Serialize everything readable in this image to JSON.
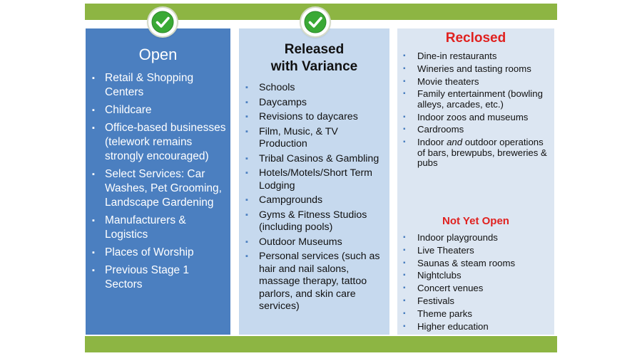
{
  "columns": {
    "open": {
      "title": "Open",
      "items": [
        "Retail & Shopping Centers",
        "Childcare",
        "Office-based businesses (telework remains strongly encouraged)",
        "Select Services: Car Washes, Pet Grooming, Landscape Gardening",
        "Manufacturers & Logistics",
        "Places of Worship",
        "Previous Stage 1 Sectors"
      ]
    },
    "variance": {
      "title_line1": "Released",
      "title_line2": "with Variance",
      "items": [
        "Schools",
        "Daycamps",
        "Revisions to daycares",
        "Film, Music, & TV Production",
        "Tribal Casinos & Gambling",
        "Hotels/Motels/Short Term Lodging",
        "Campgrounds",
        "Gyms & Fitness Studios (including pools)",
        "Outdoor Museums",
        "Personal services (such as hair and nail salons, massage therapy, tattoo parlors, and skin care services)"
      ]
    },
    "reclosed": {
      "title": "Reclosed",
      "items": [
        "Dine-in restaurants",
        "Wineries and tasting rooms",
        "Movie theaters",
        "Family entertainment (bowling alleys, arcades, etc.)",
        "Indoor zoos and museums",
        "Cardrooms"
      ],
      "bars_item": {
        "before": "Indoor ",
        "emphasis": "and",
        "after": " outdoor operations of bars, brewpubs, breweries & pubs"
      }
    },
    "not_yet_open": {
      "title": "Not Yet Open",
      "items": [
        "Indoor playgrounds",
        "Live Theaters",
        "Saunas & steam rooms",
        "Nightclubs",
        "Concert venues",
        "Festivals",
        "Theme parks",
        "Higher education"
      ]
    }
  },
  "colors": {
    "frame_green": "#8db543",
    "open_blue": "#4b7fc0",
    "variance_blue": "#c6d9ee",
    "reclosed_blue": "#dce6f2",
    "alert_red": "#e0211f",
    "check_green": "#3aa935"
  },
  "icons": {
    "status": "check-circle-icon"
  }
}
